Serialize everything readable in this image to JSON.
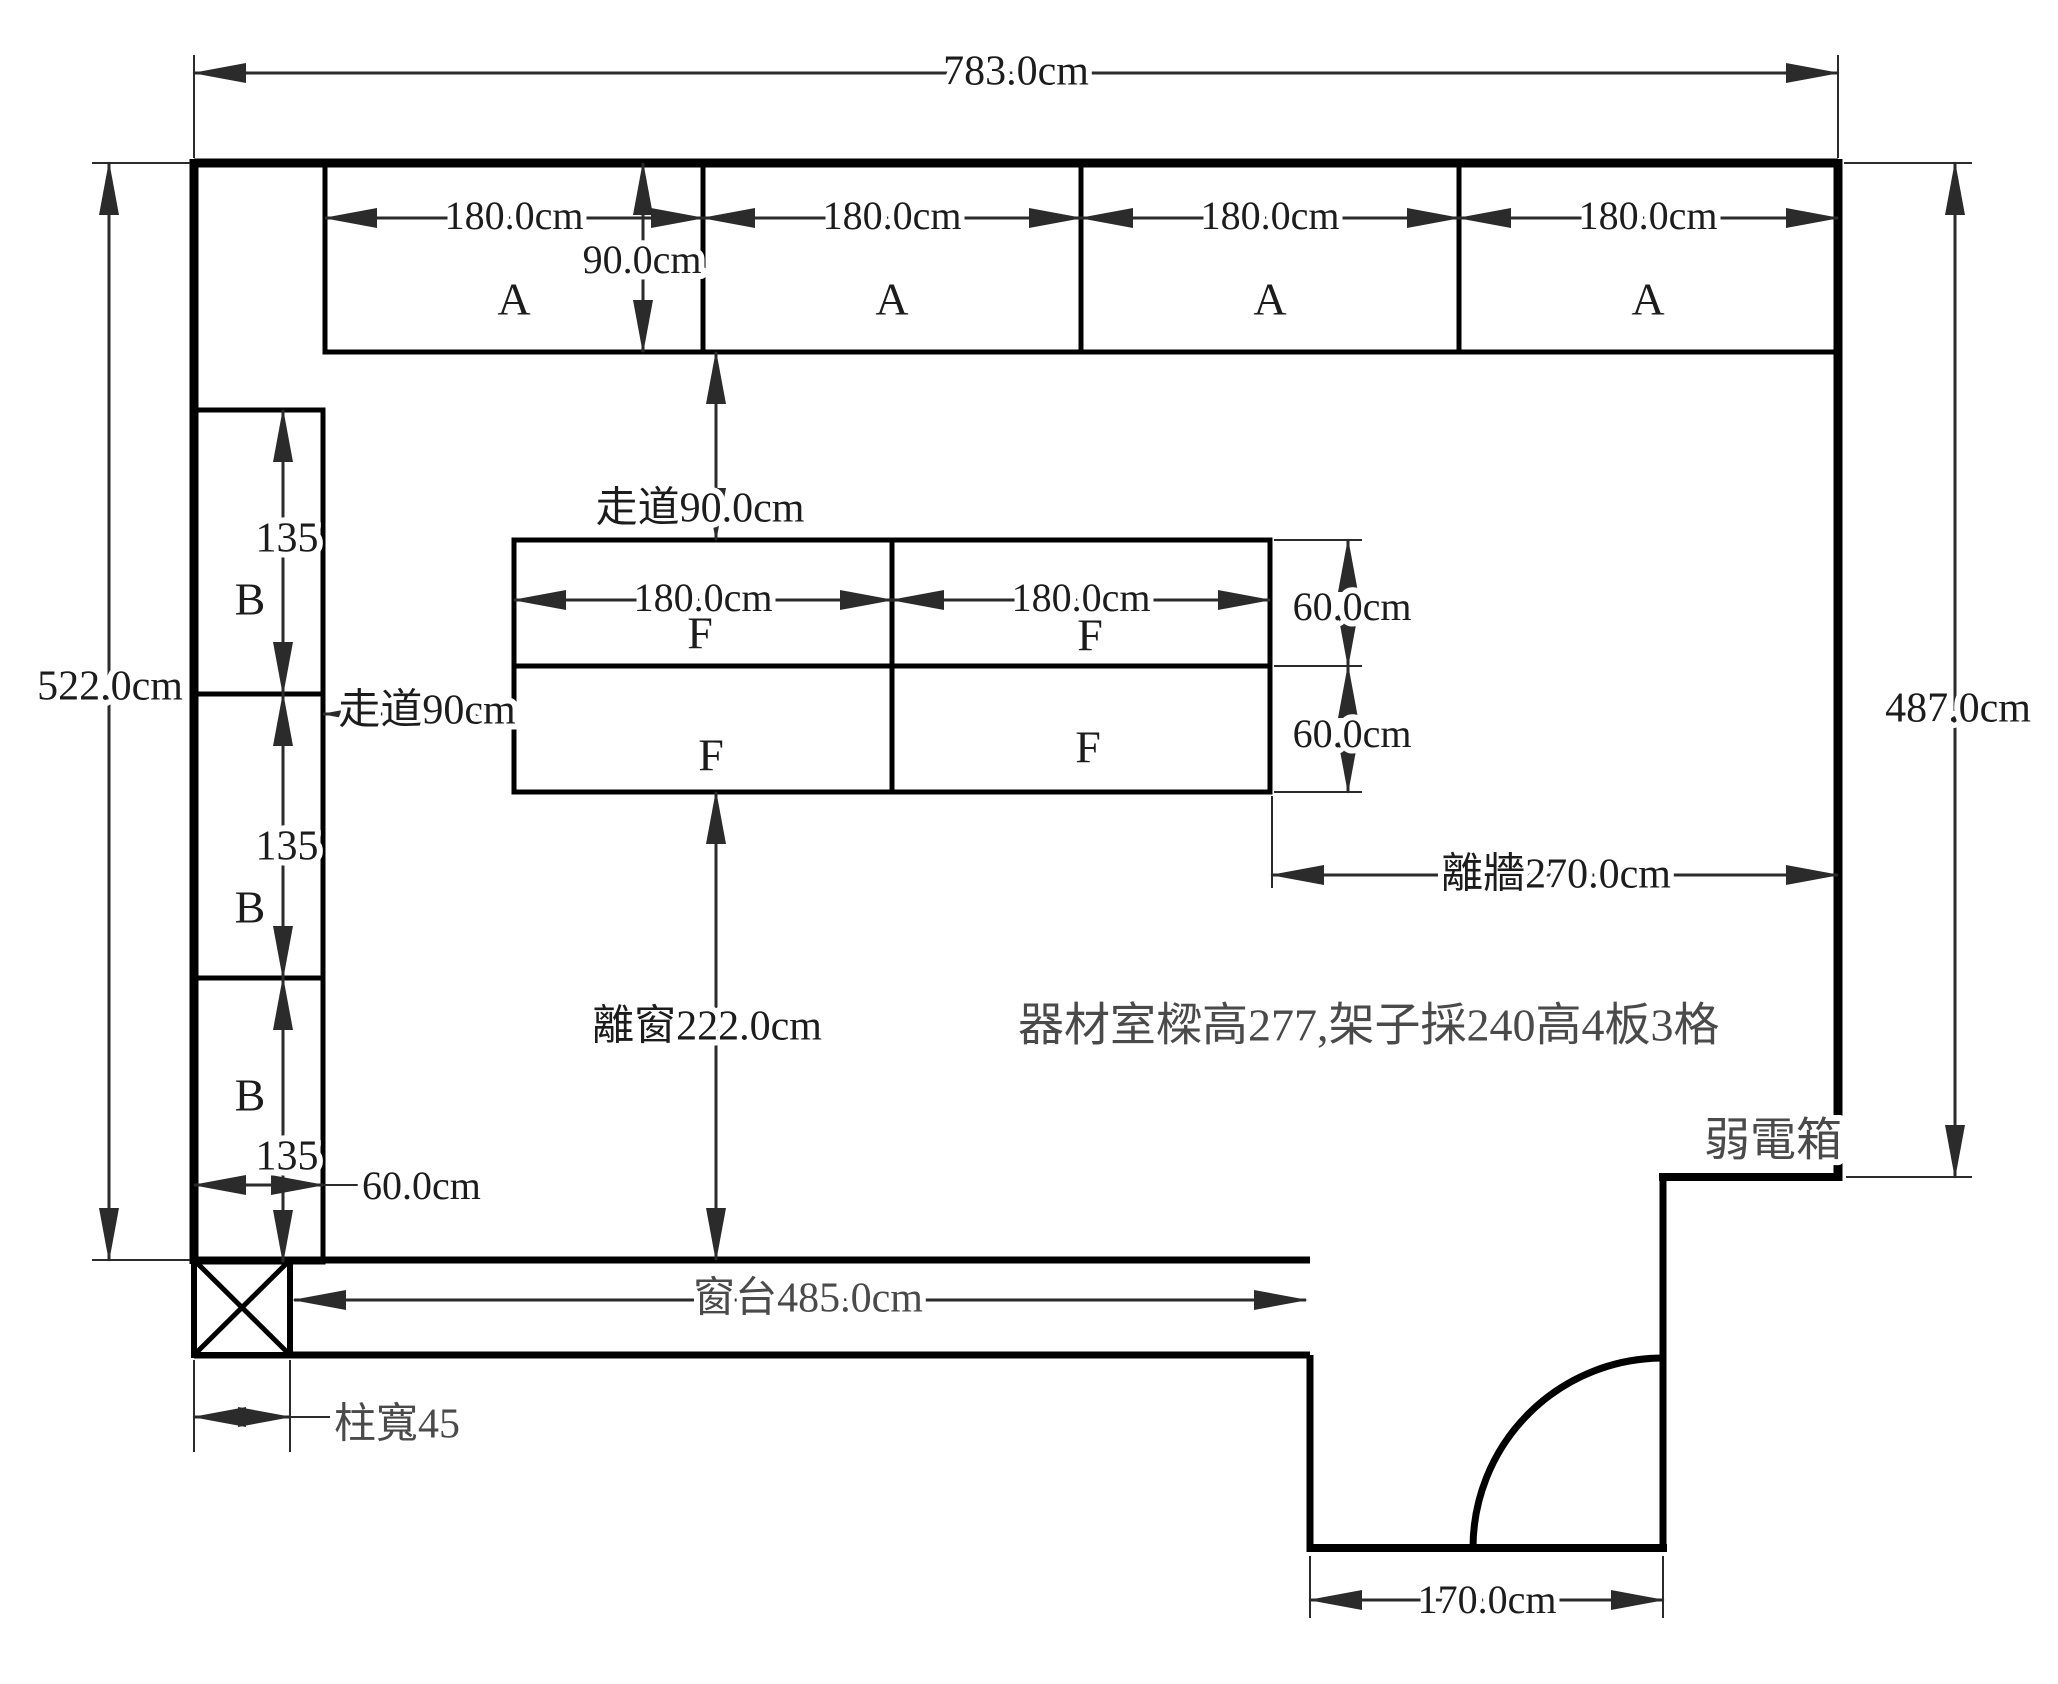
{
  "room": {
    "width_label": "783.0cm",
    "left_height_label": "522.0cm",
    "right_height_label": "487.0cm",
    "window_sill_label": "窗台485.0cm",
    "column_width_label": "柱寬45",
    "door_width_label": "170.0cm",
    "weak_current_box_label": "弱電箱",
    "note": "器材室樑高277,架子採240高4板3格"
  },
  "shelves": {
    "a_units": [
      "A",
      "A",
      "A",
      "A"
    ],
    "a_widths": [
      "180.0cm",
      "180.0cm",
      "180.0cm",
      "180.0cm"
    ],
    "a_depth_label": "90.0cm",
    "b_units": [
      "B",
      "B",
      "B"
    ],
    "b_heights": [
      "135",
      "135",
      "135"
    ],
    "b_width_label": "60.0cm",
    "f_units": [
      "F",
      "F",
      "F",
      "F"
    ],
    "f_widths": [
      "180.0cm",
      "180.0cm"
    ],
    "f_depths": [
      "60.0cm",
      "60.0cm"
    ]
  },
  "clearances": {
    "aisle_top_label": "走道90.0cm",
    "aisle_left_label": "走道90cm",
    "to_wall_label": "離牆270.0cm",
    "to_window_label": "離窗222.0cm"
  }
}
